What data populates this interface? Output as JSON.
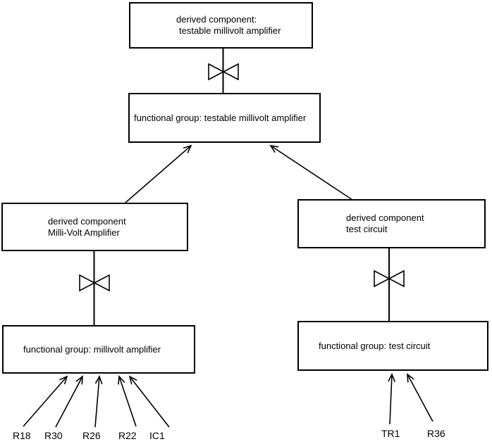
{
  "page": {
    "background_color": "#ffffff",
    "line_color": "#000000"
  },
  "nodes": {
    "derived_testable": {
      "line1": "derived component:",
      "line2": "testable millivolt amplifier"
    },
    "functional_testable": {
      "label": "functional group: testable millivolt amplifier"
    },
    "derived_millivolt": {
      "line1": "derived component",
      "line2": "Milli-Volt Amplifier"
    },
    "derived_test": {
      "line1": "derived component",
      "line2": "test circuit"
    },
    "functional_millivolt": {
      "label": "functional group: millivolt amplifier"
    },
    "functional_test": {
      "label": "functional group: test circuit"
    }
  },
  "components": {
    "millivolt_amplifier": [
      "R18",
      "R30",
      "R26",
      "R22",
      "IC1"
    ],
    "test_circuit": [
      "TR1",
      "R36"
    ]
  },
  "symbols": {
    "bowtie": "bowtie-valve-symbol",
    "arrowhead": "open-barbed-arrowhead"
  }
}
